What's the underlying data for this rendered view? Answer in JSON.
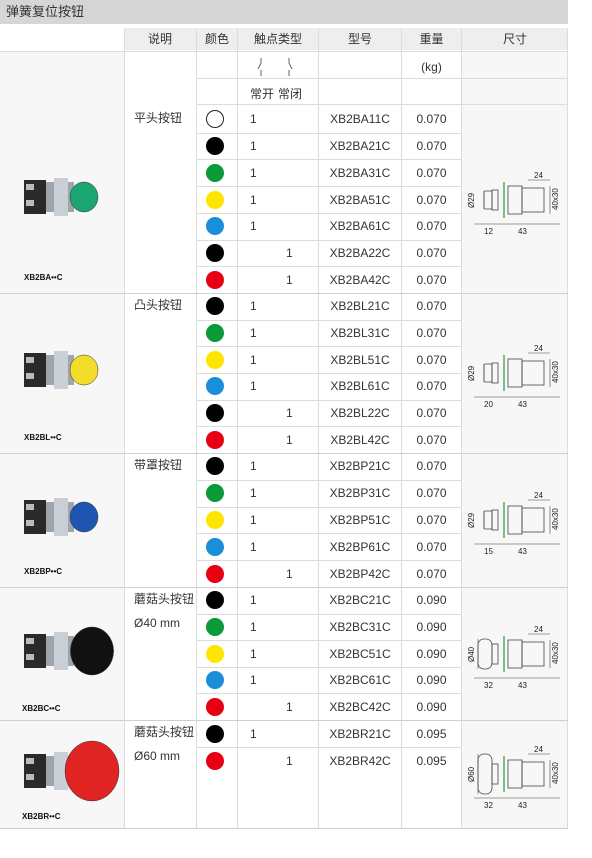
{
  "title": "弹簧复位按钮",
  "headers": {
    "desc": "说明",
    "color": "颜色",
    "contact": "触点类型",
    "model": "型号",
    "weight": "重量",
    "size": "尺寸"
  },
  "subheader": {
    "unit": "(kg)",
    "no": "常开",
    "nc": "常闭"
  },
  "colors": {
    "white": "#ffffff",
    "black": "#000000",
    "green": "#0a9a3a",
    "yellow": "#ffe600",
    "blue": "#1a8fd8",
    "red": "#e60012"
  },
  "groups": [
    {
      "desc": "平头按钮",
      "desc2": "",
      "photo_label": "XB2BA••C",
      "photo_cap": "#1aa571",
      "dims": {
        "d": "Ø29",
        "w1": "12",
        "w2": "43",
        "top": "24",
        "side": "40x30"
      },
      "rows": [
        {
          "color": "white",
          "no": "1",
          "nc": "",
          "model": "XB2BA11C",
          "weight": "0.070"
        },
        {
          "color": "black",
          "no": "1",
          "nc": "",
          "model": "XB2BA21C",
          "weight": "0.070"
        },
        {
          "color": "green",
          "no": "1",
          "nc": "",
          "model": "XB2BA31C",
          "weight": "0.070"
        },
        {
          "color": "yellow",
          "no": "1",
          "nc": "",
          "model": "XB2BA51C",
          "weight": "0.070"
        },
        {
          "color": "blue",
          "no": "1",
          "nc": "",
          "model": "XB2BA61C",
          "weight": "0.070"
        },
        {
          "color": "black",
          "no": "",
          "nc": "1",
          "model": "XB2BA22C",
          "weight": "0.070"
        },
        {
          "color": "red",
          "no": "",
          "nc": "1",
          "model": "XB2BA42C",
          "weight": "0.070"
        }
      ]
    },
    {
      "desc": "凸头按钮",
      "desc2": "",
      "photo_label": "XB2BL••C",
      "photo_cap": "#f2dd2a",
      "dims": {
        "d": "Ø29",
        "w1": "20",
        "w2": "43",
        "top": "24",
        "side": "40x30"
      },
      "rows": [
        {
          "color": "black",
          "no": "1",
          "nc": "",
          "model": "XB2BL21C",
          "weight": "0.070"
        },
        {
          "color": "green",
          "no": "1",
          "nc": "",
          "model": "XB2BL31C",
          "weight": "0.070"
        },
        {
          "color": "yellow",
          "no": "1",
          "nc": "",
          "model": "XB2BL51C",
          "weight": "0.070"
        },
        {
          "color": "blue",
          "no": "1",
          "nc": "",
          "model": "XB2BL61C",
          "weight": "0.070"
        },
        {
          "color": "black",
          "no": "",
          "nc": "1",
          "model": "XB2BL22C",
          "weight": "0.070"
        },
        {
          "color": "red",
          "no": "",
          "nc": "1",
          "model": "XB2BL42C",
          "weight": "0.070"
        }
      ]
    },
    {
      "desc": "带罩按钮",
      "desc2": "",
      "photo_label": "XB2BP••C",
      "photo_cap": "#1f56b0",
      "dims": {
        "d": "Ø29",
        "w1": "15",
        "w2": "43",
        "top": "24",
        "side": "40x30"
      },
      "rows": [
        {
          "color": "black",
          "no": "1",
          "nc": "",
          "model": "XB2BP21C",
          "weight": "0.070"
        },
        {
          "color": "green",
          "no": "1",
          "nc": "",
          "model": "XB2BP31C",
          "weight": "0.070"
        },
        {
          "color": "yellow",
          "no": "1",
          "nc": "",
          "model": "XB2BP51C",
          "weight": "0.070"
        },
        {
          "color": "blue",
          "no": "1",
          "nc": "",
          "model": "XB2BP61C",
          "weight": "0.070"
        },
        {
          "color": "red",
          "no": "",
          "nc": "1",
          "model": "XB2BP42C",
          "weight": "0.070"
        }
      ]
    },
    {
      "desc": "蘑菇头按钮",
      "desc2": "Ø40 mm",
      "photo_label": "XB2BC••C",
      "photo_cap": "#111111",
      "dims": {
        "d": "Ø40",
        "w1": "32",
        "w2": "43",
        "top": "24",
        "side": "40x30"
      },
      "rows": [
        {
          "color": "black",
          "no": "1",
          "nc": "",
          "model": "XB2BC21C",
          "weight": "0.090"
        },
        {
          "color": "green",
          "no": "1",
          "nc": "",
          "model": "XB2BC31C",
          "weight": "0.090"
        },
        {
          "color": "yellow",
          "no": "1",
          "nc": "",
          "model": "XB2BC51C",
          "weight": "0.090"
        },
        {
          "color": "blue",
          "no": "1",
          "nc": "",
          "model": "XB2BC61C",
          "weight": "0.090"
        },
        {
          "color": "red",
          "no": "",
          "nc": "1",
          "model": "XB2BC42C",
          "weight": "0.090"
        }
      ]
    },
    {
      "desc": "蘑菇头按钮",
      "desc2": "Ø60 mm",
      "photo_label": "XB2BR••C",
      "photo_cap": "#e02424",
      "dims": {
        "d": "Ø60",
        "w1": "32",
        "w2": "43",
        "top": "24",
        "side": "40x30"
      },
      "rows": [
        {
          "color": "black",
          "no": "1",
          "nc": "",
          "model": "XB2BR21C",
          "weight": "0.095"
        },
        {
          "color": "red",
          "no": "",
          "nc": "1",
          "model": "XB2BR42C",
          "weight": "0.095"
        }
      ]
    }
  ]
}
